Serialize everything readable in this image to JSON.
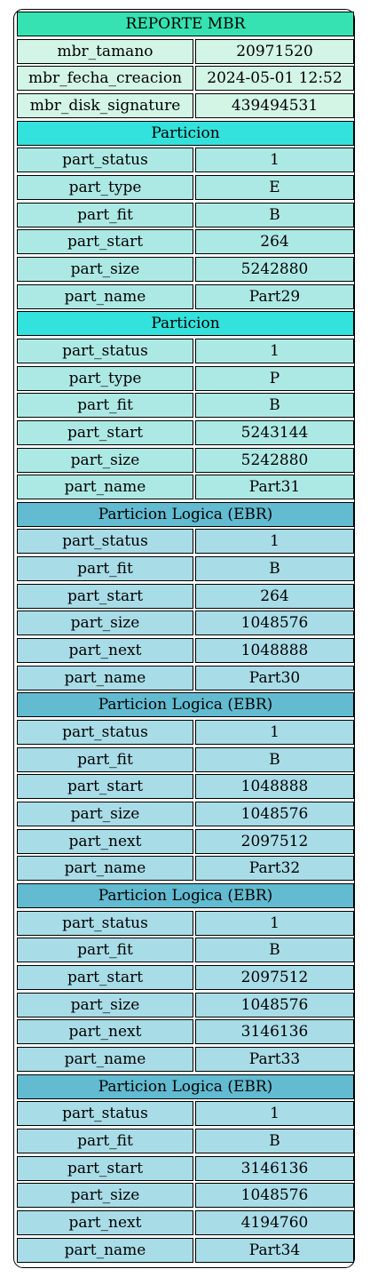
{
  "title": "REPORTE MBR",
  "mbr": [
    {
      "key": "mbr_tamano",
      "value": "20971520"
    },
    {
      "key": "mbr_fecha_creacion",
      "value": "2024-05-01 12:52"
    },
    {
      "key": "mbr_disk_signature",
      "value": "439494531"
    }
  ],
  "sections": [
    {
      "title": "Particion",
      "kind": "part",
      "rows": [
        {
          "key": "part_status",
          "value": "1"
        },
        {
          "key": "part_type",
          "value": "E"
        },
        {
          "key": "part_fit",
          "value": "B"
        },
        {
          "key": "part_start",
          "value": "264"
        },
        {
          "key": "part_size",
          "value": "5242880"
        },
        {
          "key": "part_name",
          "value": "Part29"
        }
      ]
    },
    {
      "title": "Particion",
      "kind": "part",
      "rows": [
        {
          "key": "part_status",
          "value": "1"
        },
        {
          "key": "part_type",
          "value": "P"
        },
        {
          "key": "part_fit",
          "value": "B"
        },
        {
          "key": "part_start",
          "value": "5243144"
        },
        {
          "key": "part_size",
          "value": "5242880"
        },
        {
          "key": "part_name",
          "value": "Part31"
        }
      ]
    },
    {
      "title": "Particion Logica (EBR)",
      "kind": "ebr",
      "rows": [
        {
          "key": "part_status",
          "value": "1"
        },
        {
          "key": "part_fit",
          "value": "B"
        },
        {
          "key": "part_start",
          "value": "264"
        },
        {
          "key": "part_size",
          "value": "1048576"
        },
        {
          "key": "part_next",
          "value": "1048888"
        },
        {
          "key": "part_name",
          "value": "Part30"
        }
      ]
    },
    {
      "title": "Particion Logica (EBR)",
      "kind": "ebr",
      "rows": [
        {
          "key": "part_status",
          "value": "1"
        },
        {
          "key": "part_fit",
          "value": "B"
        },
        {
          "key": "part_start",
          "value": "1048888"
        },
        {
          "key": "part_size",
          "value": "1048576"
        },
        {
          "key": "part_next",
          "value": "2097512"
        },
        {
          "key": "part_name",
          "value": "Part32"
        }
      ]
    },
    {
      "title": "Particion Logica (EBR)",
      "kind": "ebr",
      "rows": [
        {
          "key": "part_status",
          "value": "1"
        },
        {
          "key": "part_fit",
          "value": "B"
        },
        {
          "key": "part_start",
          "value": "2097512"
        },
        {
          "key": "part_size",
          "value": "1048576"
        },
        {
          "key": "part_next",
          "value": "3146136"
        },
        {
          "key": "part_name",
          "value": "Part33"
        }
      ]
    },
    {
      "title": "Particion Logica (EBR)",
      "kind": "ebr",
      "rows": [
        {
          "key": "part_status",
          "value": "1"
        },
        {
          "key": "part_fit",
          "value": "B"
        },
        {
          "key": "part_start",
          "value": "3146136"
        },
        {
          "key": "part_size",
          "value": "1048576"
        },
        {
          "key": "part_next",
          "value": "4194760"
        },
        {
          "key": "part_name",
          "value": "Part34"
        }
      ]
    }
  ],
  "colors": {
    "title_bg": "#36e2b1",
    "mbr_row_bg": "#d2f5e6",
    "partition_header_bg": "#33e2dc",
    "partition_row_bg": "#ade9e4",
    "ebr_header_bg": "#62bbd0",
    "ebr_row_bg": "#a8dce7"
  }
}
